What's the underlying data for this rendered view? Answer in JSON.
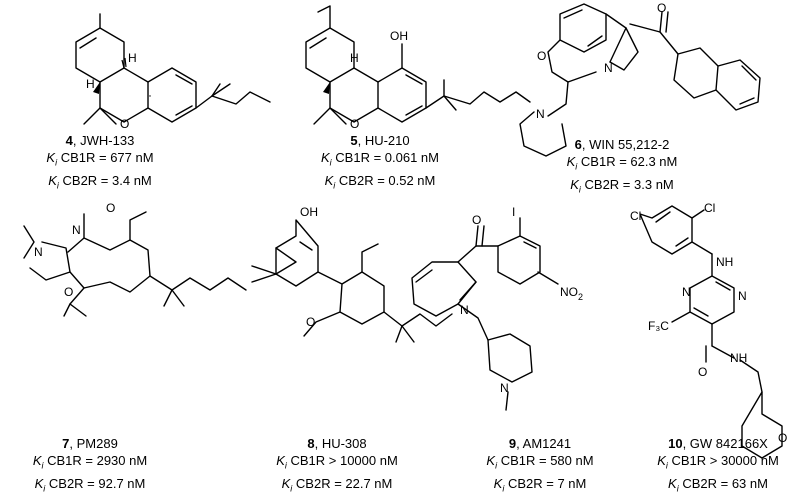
{
  "compounds": [
    {
      "number": "4",
      "name": ", JWH-133",
      "ki_label": "K",
      "ki_sub": "i",
      "cb1_label": " CB1R = ",
      "cb1_value": "677 nM",
      "cb2_label": " CB2R = ",
      "cb2_value": "3.4 nM"
    },
    {
      "number": "5",
      "name": ", HU-210",
      "ki_label": "K",
      "ki_sub": "i",
      "cb1_label": " CB1R = ",
      "cb1_value": "0.061 nM",
      "cb2_label": " CB2R = ",
      "cb2_value": "0.52 nM"
    },
    {
      "number": "6",
      "name": ", WIN 55,212-2",
      "ki_label": "K",
      "ki_sub": "i",
      "cb1_label": " CB1R = ",
      "cb1_value": "62.3 nM",
      "cb2_label": " CB2R = ",
      "cb2_value": "3.3 nM"
    },
    {
      "number": "7",
      "name": ", PM289",
      "ki_label": "K",
      "ki_sub": "i",
      "cb1_label": " CB1R = ",
      "cb1_value": "2930 nM",
      "cb2_label": " CB2R = ",
      "cb2_value": "92.7 nM"
    },
    {
      "number": "8",
      "name": ", HU-308",
      "ki_label": "K",
      "ki_sub": "i",
      "cb1_label": " CB1R > ",
      "cb1_value": "10000 nM",
      "cb2_label": " CB2R = ",
      "cb2_value": "22.7 nM"
    },
    {
      "number": "9",
      "name": ", AM1241",
      "ki_label": "K",
      "ki_sub": "i",
      "cb1_label": " CB1R = ",
      "cb1_value": "580 nM",
      "cb2_label": " CB2R = ",
      "cb2_value": "7 nM"
    },
    {
      "number": "10",
      "name": ", GW 842166X",
      "ki_label": "K",
      "ki_sub": "i",
      "cb1_label": " CB1R > ",
      "cb1_value": "30000 nM",
      "cb2_label": " CB2R = ",
      "cb2_value": "63 nM"
    }
  ],
  "atoms": {
    "oh": "OH",
    "h": "H",
    "o": "O",
    "n": "N",
    "nh": "NH",
    "i": "I",
    "cl": "Cl",
    "cf3": "F₃C",
    "no2_main": "NO",
    "no2_sub": "2"
  }
}
